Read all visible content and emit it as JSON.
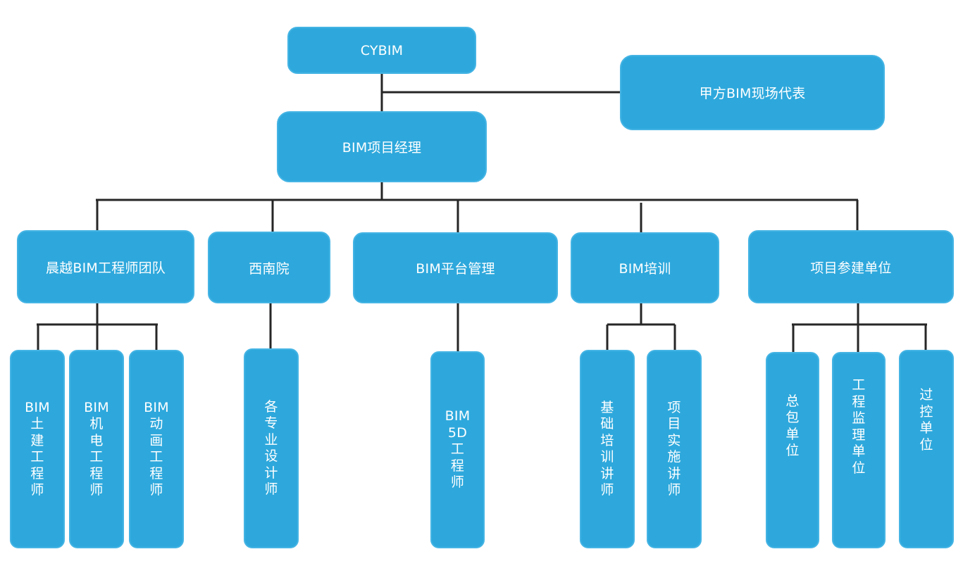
{
  "nodes": {
    "cybim": "CYBIM",
    "owner_rep": "甲方BIM现场代表",
    "pm": "BIM项目经理",
    "team": "晨越BIM工程师团队",
    "xinan": "西南院",
    "platform": "BIM平台管理",
    "training": "BIM培训",
    "participants": "项目参建单位"
  },
  "leaves": {
    "civil": [
      "BIM",
      "土",
      "建",
      "工",
      "程",
      "师"
    ],
    "mep": [
      "BIM",
      "机",
      "电",
      "工",
      "程",
      "师"
    ],
    "anim": [
      "BIM",
      "动",
      "画",
      "工",
      "程",
      "师"
    ],
    "design": [
      "各",
      "专",
      "业",
      "设",
      "计",
      "师"
    ],
    "bim5d": [
      "BIM",
      "5D",
      "工",
      "程",
      "师"
    ],
    "base_trainer": [
      "基",
      "础",
      "培",
      "训",
      "讲",
      "师"
    ],
    "impl_trainer": [
      "项",
      "目",
      "实",
      "施",
      "讲",
      "师"
    ],
    "gc": [
      "总",
      "包",
      "单",
      "位"
    ],
    "supervision": [
      "工",
      "程",
      "监",
      "理",
      "单",
      "位"
    ],
    "control": [
      "过",
      "控",
      "单",
      "位"
    ]
  }
}
